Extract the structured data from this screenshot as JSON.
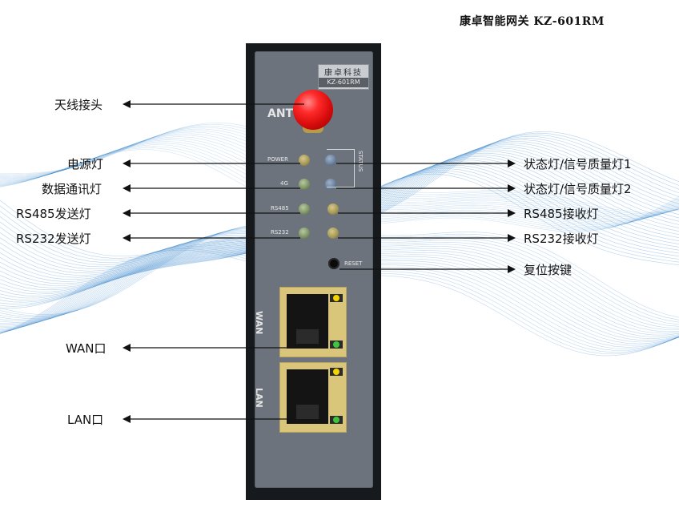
{
  "title": "康卓智能网关 KZ-601RM",
  "device": {
    "logo_top": "康卓科技",
    "logo_bottom": "KZ-601RM",
    "ant_label": "ANT",
    "power_label": "POWER",
    "g4_label": "4G",
    "rs485_label": "RS485",
    "rs232_label": "RS232",
    "status_label": "STATUS",
    "reset_label": "RESET",
    "wan_label": "WAN",
    "lan_label": "LAN"
  },
  "callouts_left": [
    "天线接头",
    "电源灯",
    "数据通讯灯",
    "RS485发送灯",
    "RS232发送灯",
    "WAN口",
    "LAN口"
  ],
  "callouts_right": [
    "状态灯/信号质量灯1",
    "状态灯/信号质量灯2",
    "RS485接收灯",
    "RS232接收灯",
    "复位按键"
  ],
  "colors": {
    "antenna": "#e01010",
    "device_body": "#171a1d",
    "faceplate": "#6c737c",
    "wave": "#2a7fc8",
    "port_led_yellow": "#f2d400",
    "port_led_green": "#3ec43e"
  }
}
